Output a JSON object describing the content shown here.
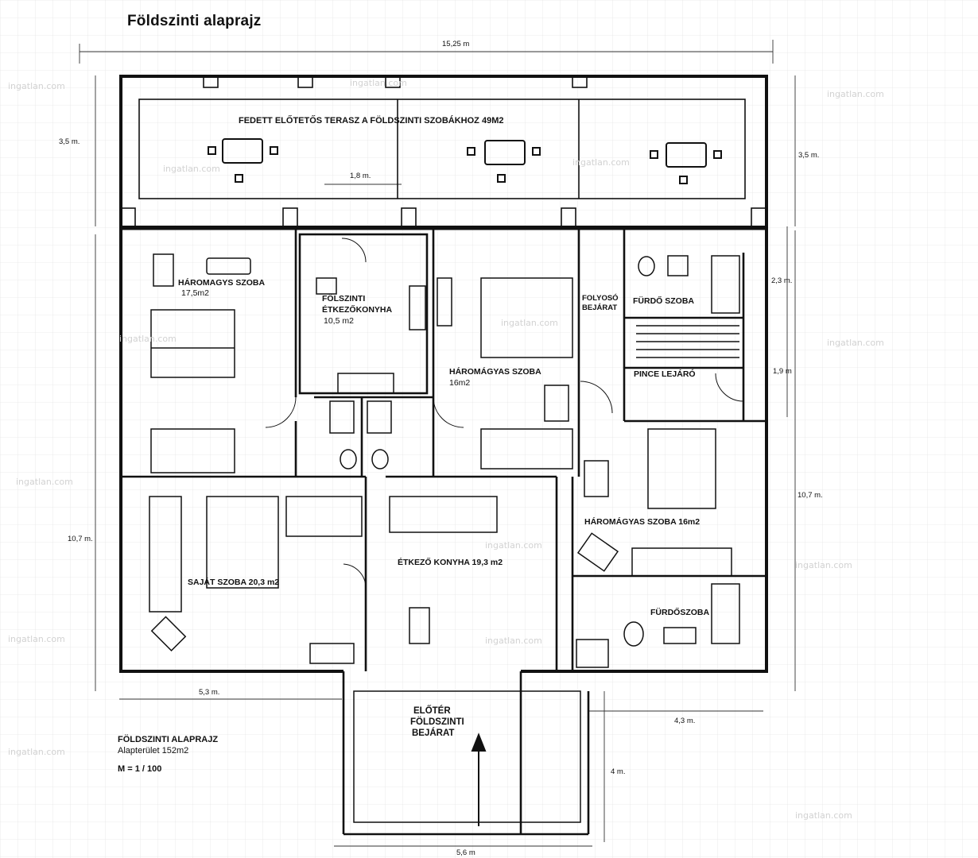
{
  "title": "Földszinti alaprajz",
  "rooms": {
    "terrace": "FEDETT ELŐTETŐS TERASZ A FÖLDSZINTI SZOBÁKHOZ 49M2",
    "room_left_name": "HÁROMAGYS SZOBA",
    "room_left_area": "17,5m2",
    "upper_kitchen_name1": "FÖLSZINTI",
    "upper_kitchen_name2": "ÉTKEZŐKONYHA",
    "upper_kitchen_area": "10,5 m2",
    "room_center_name": "HÁROMÁGYAS SZOBA",
    "room_center_area": "16m2",
    "corridor_1": "FOLYOSÓ",
    "corridor_2": "BEJÁRAT",
    "bath_top": "FÜRDŐ SZOBA",
    "cellar": "PINCE LEJÁRÓ",
    "room_right": "HÁROMÁGYAS SZOBA 16m2",
    "kitchen": "ÉTKEZŐ KONYHA 19,3 m2",
    "own_room": "SAJÁT SZOBA 20,3 m2",
    "bath_bottom": "FÜRDŐSZOBA",
    "entrance_1": "ELŐTÉR",
    "entrance_2": "FÖLDSZINTI",
    "entrance_3": "BEJÁRAT"
  },
  "dimensions": {
    "top_width": "15,25 m",
    "terrace_left": "3,5 m.",
    "terrace_right": "3,5 m.",
    "door_width": "1,8 m.",
    "bath_height": "2,3 m.",
    "cellar_height": "1,9 m",
    "right_height": "10,7 m.",
    "left_height": "10,7 m.",
    "bottom_left": "5,3 m.",
    "bottom_right": "4,3 m.",
    "porch_height": "4 m.",
    "porch_width": "5,6 m"
  },
  "footer": {
    "line1": "FÖLDSZINTI ALAPRAJZ",
    "line2": "Alapterület 152m2",
    "line3": "M = 1 / 100"
  },
  "watermark": "ingatlan.com"
}
